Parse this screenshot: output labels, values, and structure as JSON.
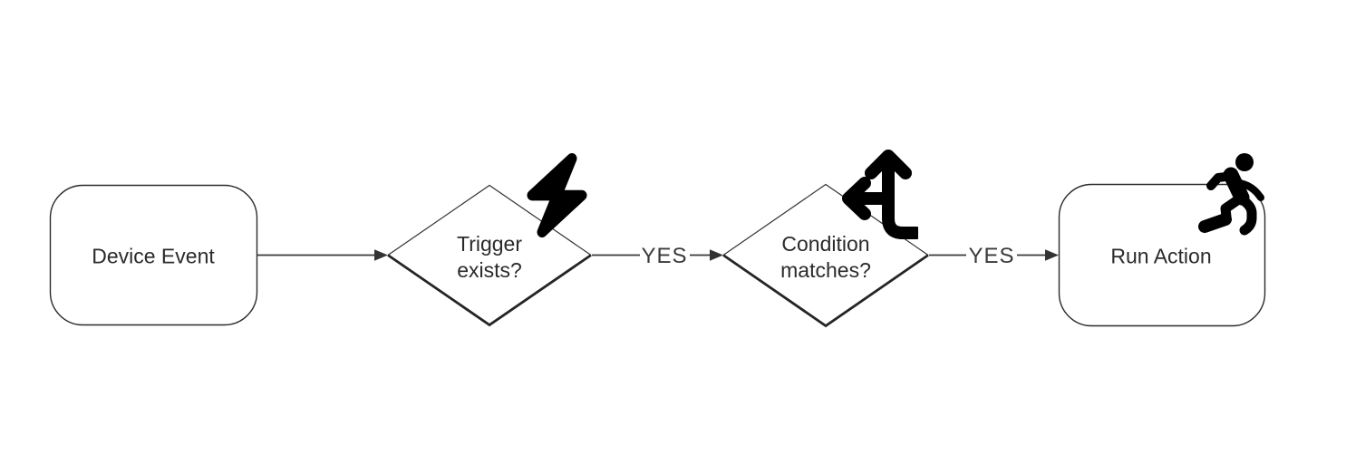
{
  "diagram": {
    "type": "flowchart",
    "direction": "left-to-right",
    "colors": {
      "background": "#ffffff",
      "shape_stroke": "#2b2b2b",
      "edge_stroke": "#3a3a3a",
      "icon_fill": "#000000",
      "text": "#2b2b2b"
    },
    "nodes": {
      "device_event": {
        "label": "Device Event",
        "shape": "rounded-rectangle"
      },
      "trigger_exists": {
        "label": "Trigger\nexists?",
        "shape": "diamond",
        "icon": "lightning-bolt-icon"
      },
      "condition_matches": {
        "label": "Condition\nmatches?",
        "shape": "diamond",
        "icon": "split-arrows-icon"
      },
      "run_action": {
        "label": "Run Action",
        "shape": "rounded-rectangle",
        "icon": "running-person-icon"
      }
    },
    "edges": [
      {
        "from": "device_event",
        "to": "trigger_exists",
        "label": ""
      },
      {
        "from": "trigger_exists",
        "to": "condition_matches",
        "label": "YES"
      },
      {
        "from": "condition_matches",
        "to": "run_action",
        "label": "YES"
      }
    ]
  }
}
